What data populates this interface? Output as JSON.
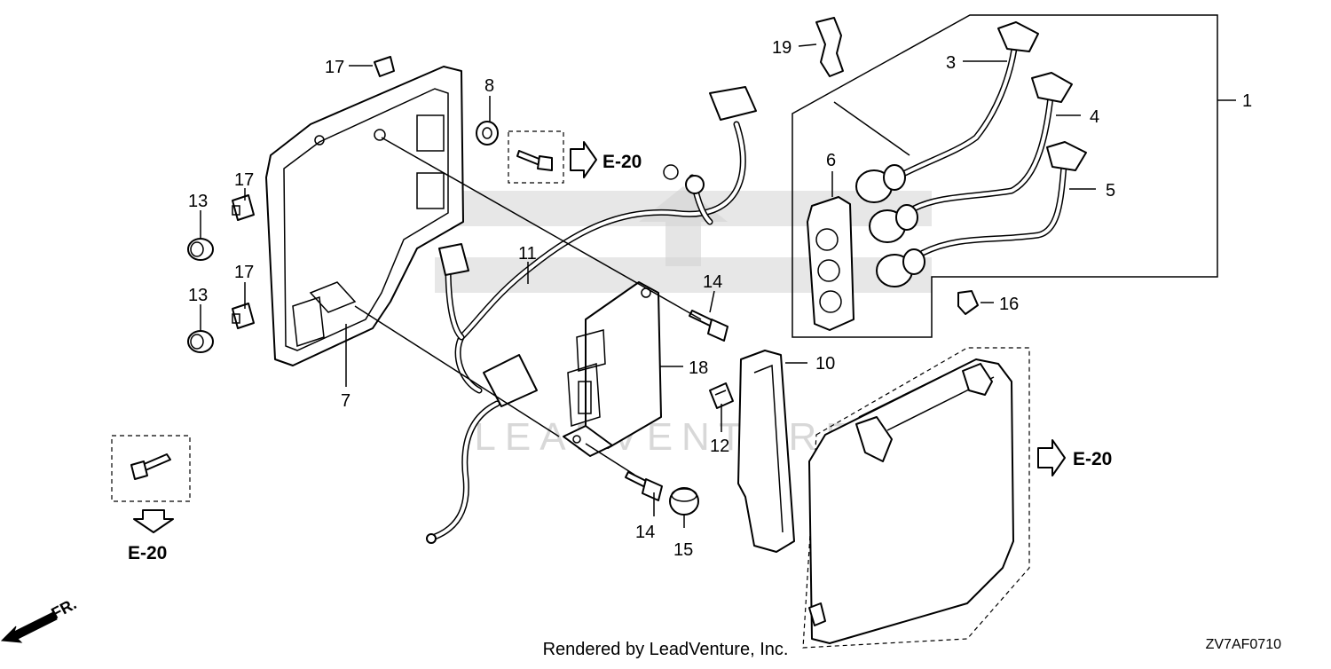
{
  "diagram": {
    "callouts": [
      {
        "id": "c1",
        "label": "1"
      },
      {
        "id": "c3",
        "label": "3"
      },
      {
        "id": "c4",
        "label": "4"
      },
      {
        "id": "c5",
        "label": "5"
      },
      {
        "id": "c6",
        "label": "6"
      },
      {
        "id": "c7",
        "label": "7"
      },
      {
        "id": "c8",
        "label": "8"
      },
      {
        "id": "c10",
        "label": "10"
      },
      {
        "id": "c11",
        "label": "11"
      },
      {
        "id": "c12",
        "label": "12"
      },
      {
        "id": "c13a",
        "label": "13"
      },
      {
        "id": "c13b",
        "label": "13"
      },
      {
        "id": "c14a",
        "label": "14"
      },
      {
        "id": "c14b",
        "label": "14"
      },
      {
        "id": "c15",
        "label": "15"
      },
      {
        "id": "c16",
        "label": "16"
      },
      {
        "id": "c17a",
        "label": "17"
      },
      {
        "id": "c17b",
        "label": "17"
      },
      {
        "id": "c17c",
        "label": "17"
      },
      {
        "id": "c18",
        "label": "18"
      },
      {
        "id": "c19",
        "label": "19"
      }
    ],
    "references": [
      {
        "id": "ref-top",
        "label": "E-20"
      },
      {
        "id": "ref-right",
        "label": "E-20"
      },
      {
        "id": "ref-bottom",
        "label": "E-20"
      }
    ],
    "direction_label": "FR.",
    "footer": "Rendered by LeadVenture, Inc.",
    "diagram_code": "ZV7AF0710",
    "watermark": "LEADVENTURE"
  }
}
